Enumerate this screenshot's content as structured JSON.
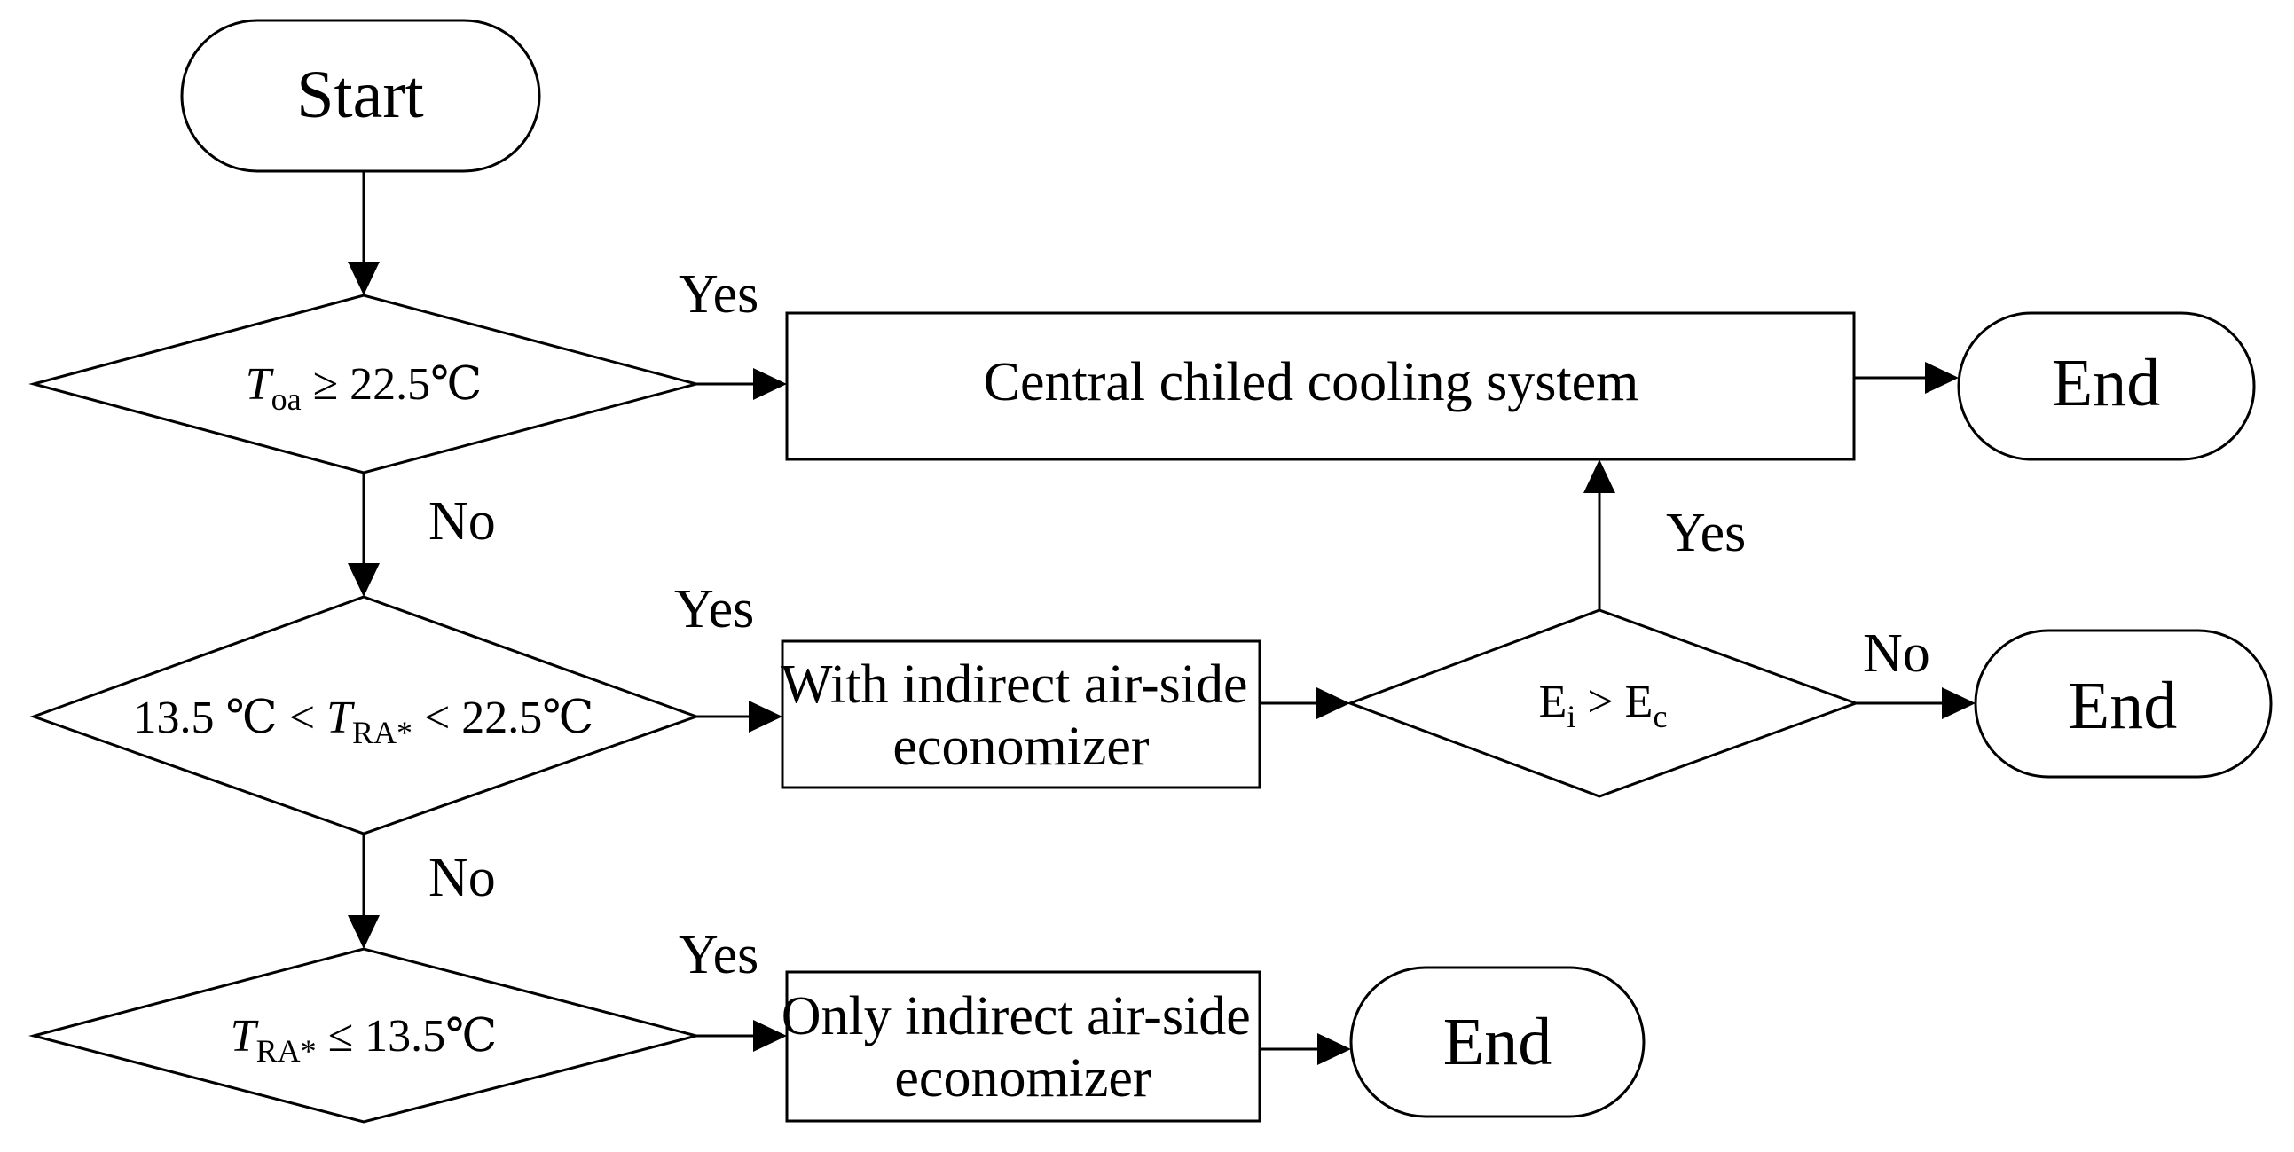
{
  "diagram": {
    "start": "Start",
    "end_label": "End",
    "yes_label": "Yes",
    "no_label": "No",
    "decision_1": {
      "var": "T",
      "sub": "oa",
      "rest": " ≥ 22.5℃"
    },
    "decision_2": {
      "prefix": "13.5 ℃ < ",
      "var": "T",
      "sub": "RA*",
      "rest": " < 22.5℃"
    },
    "decision_3": {
      "var": "T",
      "sub": "RA*",
      "rest": " ≤ 13.5℃"
    },
    "decision_4": {
      "a": "E",
      "a_sub": "i",
      "op": " > ",
      "b": "E",
      "b_sub": "c"
    },
    "central_system": "Central chiled cooling system",
    "with_economizer": [
      "With indirect air-side",
      "economizer"
    ],
    "only_economizer": [
      "Only indirect air-side",
      "economizer"
    ]
  }
}
